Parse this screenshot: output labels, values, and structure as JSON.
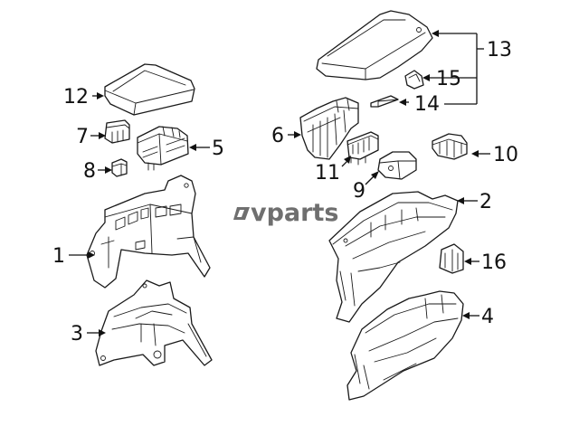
{
  "watermark": {
    "text": "vparts",
    "logo_icon": "lv-monogram-icon",
    "color": "#6f6f6f"
  },
  "callouts": [
    {
      "label": "1"
    },
    {
      "label": "2"
    },
    {
      "label": "3"
    },
    {
      "label": "4"
    },
    {
      "label": "5"
    },
    {
      "label": "6"
    },
    {
      "label": "7"
    },
    {
      "label": "8"
    },
    {
      "label": "9"
    },
    {
      "label": "10"
    },
    {
      "label": "11"
    },
    {
      "label": "12"
    },
    {
      "label": "13"
    },
    {
      "label": "14"
    },
    {
      "label": "15"
    },
    {
      "label": "16"
    }
  ],
  "colors": {
    "line": "#1a1a1a",
    "background": "#ffffff"
  }
}
